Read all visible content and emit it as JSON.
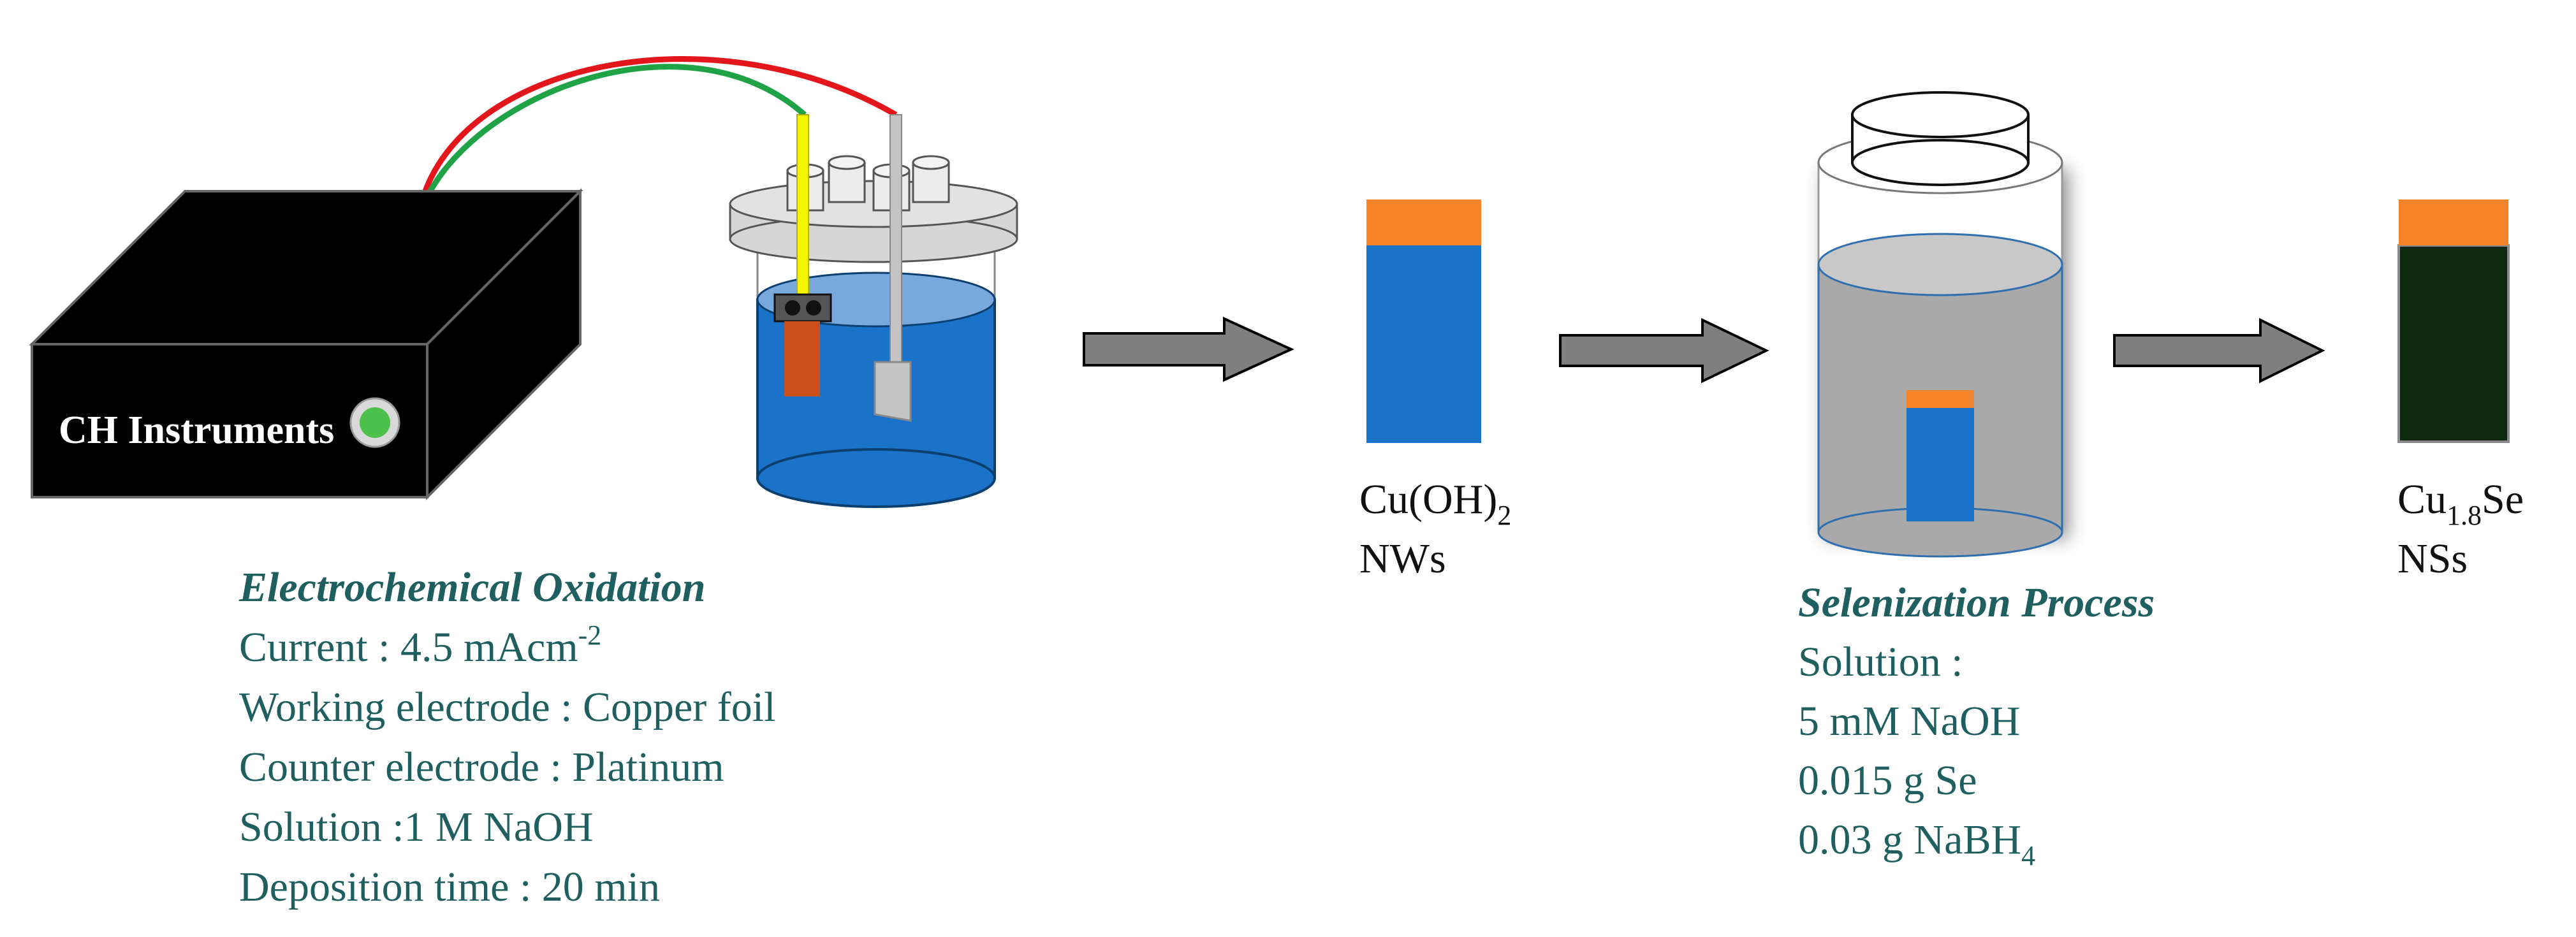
{
  "instrument": {
    "label": "CH Instruments"
  },
  "oxidation": {
    "title": "Electrochemical Oxidation",
    "current_prefix": "Current : 4.5 mAcm",
    "current_exp": "-2",
    "working_electrode": "Working electrode : Copper foil",
    "counter_electrode": "Counter electrode : Platinum",
    "solution": "Solution :1 M NaOH",
    "deposition_time": "Deposition time : 20 min"
  },
  "product1": {
    "base": "Cu(OH)",
    "sub": "2",
    "line2": "NWs"
  },
  "selenization": {
    "title": "Selenization Process",
    "solution": "Solution :",
    "naoh": "5 mM NaOH",
    "se": "0.015 g Se",
    "nabh_base": "0.03 g NaBH",
    "nabh_sub": "4"
  },
  "product2": {
    "base1": "Cu",
    "sub": "1.8",
    "base2": "Se",
    "line2": "NSs"
  },
  "colors": {
    "text_teal": "#1f5f5f",
    "electrolyte_blue": "#1a73c9",
    "substrate_orange": "#f5842a",
    "copper_electrode": "#c9501a",
    "selenide_dark": "#102a10",
    "arrow_gray": "#7f7f7f",
    "wire_red": "#e3171b",
    "wire_green": "#1fa346",
    "led_green": "#4cc14c"
  }
}
